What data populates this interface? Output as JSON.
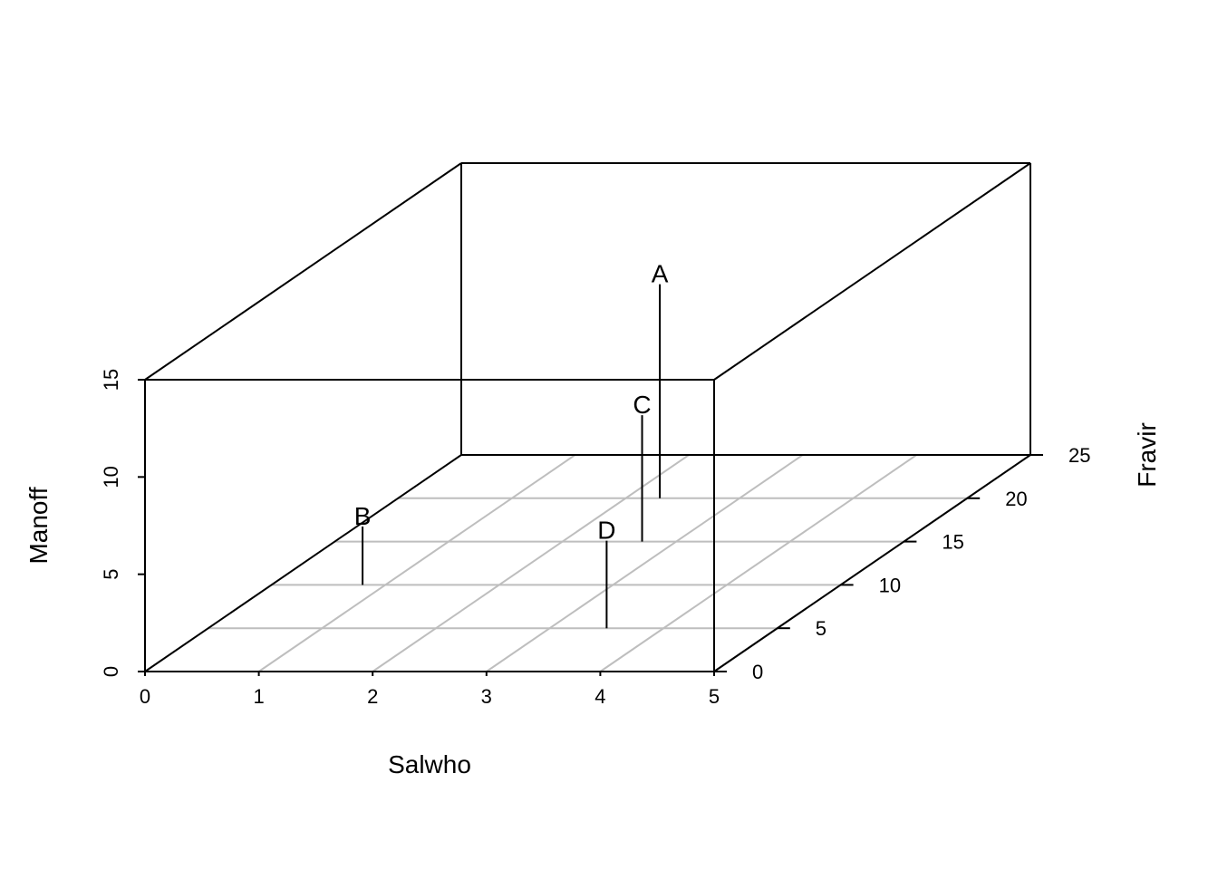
{
  "chart_data": {
    "type": "scatter3d",
    "style": "type-h (vertical drop lines to base plane), labelled points",
    "xlabel": "Salwho",
    "ylabel": "Fravir",
    "zlabel": "Manoff",
    "xlim": [
      0,
      5
    ],
    "ylim": [
      0,
      25
    ],
    "zlim": [
      0,
      15
    ],
    "xticks": [
      "0",
      "1",
      "2",
      "3",
      "4",
      "5"
    ],
    "yticks": [
      "0",
      "5",
      "10",
      "15",
      "20",
      "25"
    ],
    "zticks": [
      "0",
      "5",
      "10",
      "15"
    ],
    "grid": true,
    "points": [
      {
        "label": "A",
        "x": 2.3,
        "y": 20,
        "z": 11
      },
      {
        "label": "B",
        "x": 0.8,
        "y": 10,
        "z": 3
      },
      {
        "label": "C",
        "x": 2.7,
        "y": 15,
        "z": 6.5
      },
      {
        "label": "D",
        "x": 3.5,
        "y": 5,
        "z": 4.5
      }
    ],
    "colors": {
      "axes": "#000000",
      "grid": "#bebebe",
      "points": "#000000"
    }
  }
}
